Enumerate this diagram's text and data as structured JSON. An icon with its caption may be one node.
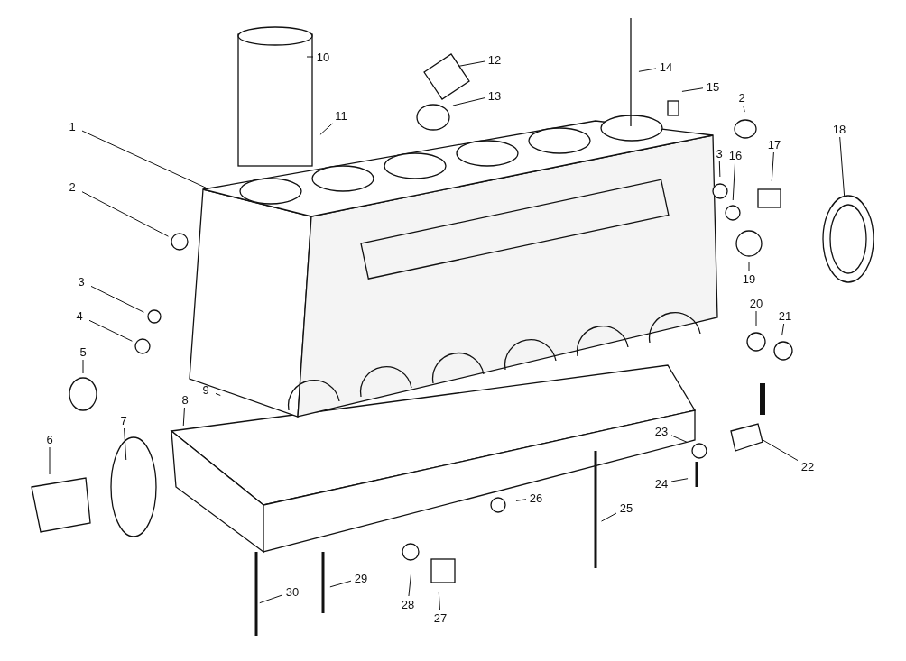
{
  "diagram": {
    "nodes": [
      {
        "text": [
          "10"
        ]
      },
      {
        "text": [
          "12"
        ]
      },
      {
        "text": [
          "14"
        ]
      },
      {
        "text": [
          "13"
        ]
      },
      {
        "text": [
          "15"
        ]
      },
      {
        "text": [
          "2"
        ]
      },
      {
        "text": [
          "1"
        ]
      },
      {
        "text": [
          "11"
        ]
      },
      {
        "text": [
          "18"
        ]
      },
      {
        "text": [
          "17"
        ]
      },
      {
        "text": [
          "3"
        ]
      },
      {
        "text": [
          "16"
        ]
      },
      {
        "text": [
          "2"
        ]
      },
      {
        "text": [
          "19"
        ]
      },
      {
        "text": [
          "3"
        ]
      },
      {
        "text": [
          "20"
        ]
      },
      {
        "text": [
          "21"
        ]
      },
      {
        "text": [
          "4"
        ]
      },
      {
        "text": [
          "5"
        ]
      },
      {
        "text": [
          "9"
        ]
      },
      {
        "text": [
          "8"
        ]
      },
      {
        "text": [
          "7"
        ]
      },
      {
        "text": [
          "23"
        ]
      },
      {
        "text": [
          "6"
        ]
      },
      {
        "text": [
          "22"
        ]
      },
      {
        "text": [
          "24"
        ]
      },
      {
        "text": [
          "26"
        ]
      },
      {
        "text": [
          "25"
        ]
      },
      {
        "text": [
          "29"
        ]
      },
      {
        "text": [
          "30"
        ]
      },
      {
        "text": [
          "28"
        ]
      },
      {
        "text": [
          "27"
        ]
      }
    ],
    "edges": [
      {
        "from": 0,
        "to": null,
        "arrow": "none"
      },
      {
        "from": 1,
        "to": null,
        "arrow": "none"
      },
      {
        "from": 2,
        "to": null,
        "arrow": "none"
      },
      {
        "from": 3,
        "to": null,
        "arrow": "none"
      },
      {
        "from": 4,
        "to": null,
        "arrow": "none"
      },
      {
        "from": 5,
        "to": null,
        "arrow": "none"
      },
      {
        "from": 6,
        "to": null,
        "arrow": "none"
      },
      {
        "from": 7,
        "to": null,
        "arrow": "none"
      },
      {
        "from": 8,
        "to": null,
        "arrow": "none"
      },
      {
        "from": 9,
        "to": null,
        "arrow": "none"
      },
      {
        "from": 10,
        "to": null,
        "arrow": "none"
      },
      {
        "from": 11,
        "to": null,
        "arrow": "none"
      },
      {
        "from": 12,
        "to": null,
        "arrow": "none"
      },
      {
        "from": 13,
        "to": null,
        "arrow": "none"
      },
      {
        "from": 14,
        "to": null,
        "arrow": "none"
      },
      {
        "from": 15,
        "to": null,
        "arrow": "none"
      },
      {
        "from": 16,
        "to": null,
        "arrow": "none"
      },
      {
        "from": 17,
        "to": null,
        "arrow": "none"
      },
      {
        "from": 18,
        "to": null,
        "arrow": "none"
      },
      {
        "from": 19,
        "to": null,
        "arrow": "none"
      },
      {
        "from": 20,
        "to": null,
        "arrow": "none"
      },
      {
        "from": 21,
        "to": null,
        "arrow": "none"
      },
      {
        "from": 22,
        "to": null,
        "arrow": "none"
      },
      {
        "from": 23,
        "to": null,
        "arrow": "none"
      },
      {
        "from": 24,
        "to": null,
        "arrow": "none"
      },
      {
        "from": 25,
        "to": null,
        "arrow": "none"
      },
      {
        "from": 26,
        "to": null,
        "arrow": "none"
      },
      {
        "from": 27,
        "to": null,
        "arrow": "none"
      },
      {
        "from": 28,
        "to": null,
        "arrow": "none"
      },
      {
        "from": 29,
        "to": null,
        "arrow": "none"
      },
      {
        "from": 30,
        "to": null,
        "arrow": "none"
      },
      {
        "from": 31,
        "to": null,
        "arrow": "none"
      }
    ]
  }
}
